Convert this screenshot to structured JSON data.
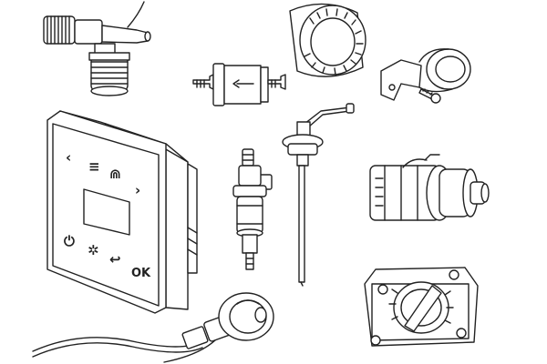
{
  "figure": {
    "parts": [
      {
        "name": "threaded tee fitting",
        "icon": "tee-fitting-icon"
      },
      {
        "name": "inline fuel filter",
        "icon": "fuel-filter-icon"
      },
      {
        "name": "round cap",
        "icon": "round-cap-icon"
      },
      {
        "name": "mounting clamp",
        "icon": "clamp-icon"
      },
      {
        "name": "control panel",
        "icon": "control-panel-icon"
      },
      {
        "name": "fuel pump",
        "icon": "fuel-pump-icon"
      },
      {
        "name": "fuel standpipe",
        "icon": "standpipe-icon"
      },
      {
        "name": "electric motor",
        "icon": "motor-icon"
      },
      {
        "name": "rotary switch box",
        "icon": "rotary-switch-icon"
      },
      {
        "name": "wire harness connector",
        "icon": "connector-icon"
      }
    ],
    "panel_buttons": [
      "‹",
      "≡",
      "⋒",
      "›",
      "⏻",
      "✲",
      "↩",
      "OK"
    ]
  }
}
